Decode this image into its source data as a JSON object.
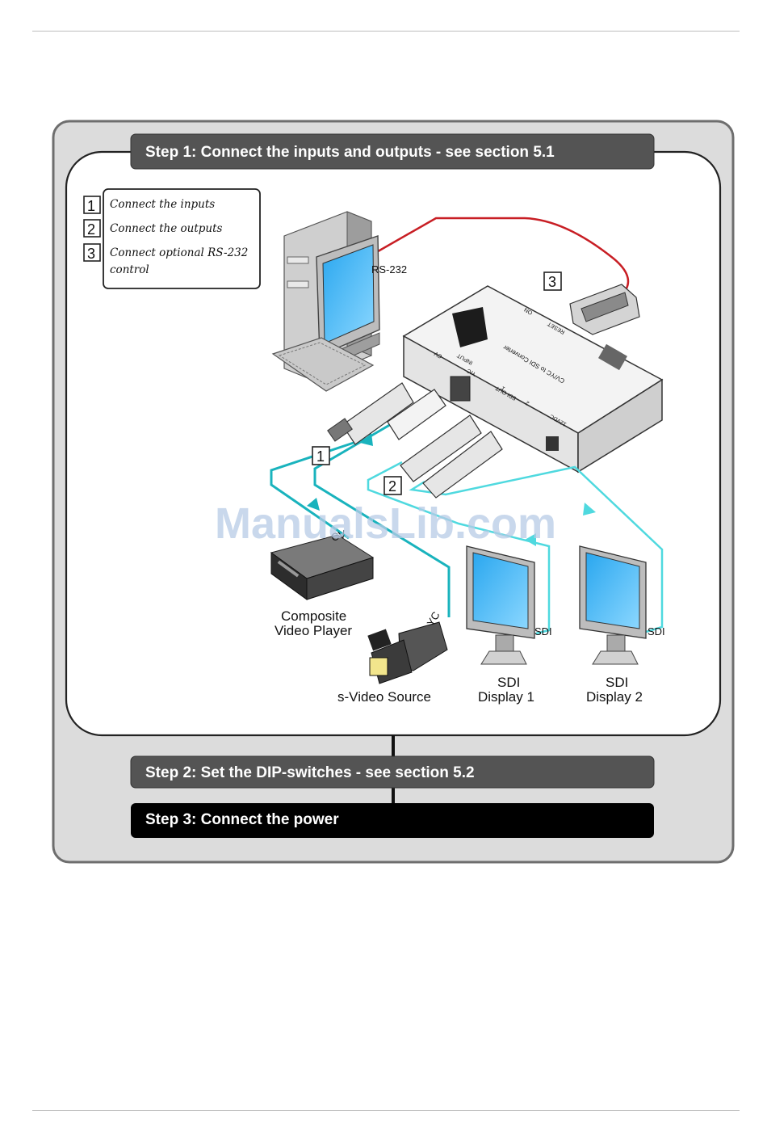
{
  "steps": {
    "step1": "Step 1: Connect the inputs and outputs - see section 5.1",
    "step2": "Step 2: Set the DIP-switches - see section 5.2",
    "step3": "Step 3: Connect the power"
  },
  "legend": [
    {
      "num": "1",
      "line1": "Connect the inputs",
      "line2": ""
    },
    {
      "num": "2",
      "line1": "Connect the outputs",
      "line2": ""
    },
    {
      "num": "3",
      "line1": "Connect optional RS-232",
      "line2": "control"
    }
  ],
  "callouts": {
    "c1": "1",
    "c2": "2",
    "c3": "3"
  },
  "labels": {
    "rs232": "RS-232",
    "cv": "CV",
    "yc": "YC",
    "sdi_a": "SDI",
    "sdi_b": "SDI",
    "composite_l1": "Composite",
    "composite_l2": "Video Player",
    "svideo": "s-Video Source",
    "disp1_l1": "SDI",
    "disp1_l2": "Display 1",
    "disp2_l1": "SDI",
    "disp2_l2": "Display 2"
  },
  "device_labels": {
    "cv": "CV",
    "yc": "Y/C",
    "input": "INPUT",
    "sdi_out": "SDI OUT",
    "one": "1",
    "two": "2",
    "power": "12VDC",
    "model": "CV/YC to SDI Converter",
    "on": "ON",
    "reset": "RESET"
  },
  "watermark": "ManualsLib.com",
  "colors": {
    "panel_fill": "#dcdcdc",
    "step_bar_grey": "#545454",
    "step_bar_black": "#000000",
    "cable_input": "#19b3bd",
    "cable_output": "#4fd9df",
    "cable_rs232": "#c81e24"
  }
}
